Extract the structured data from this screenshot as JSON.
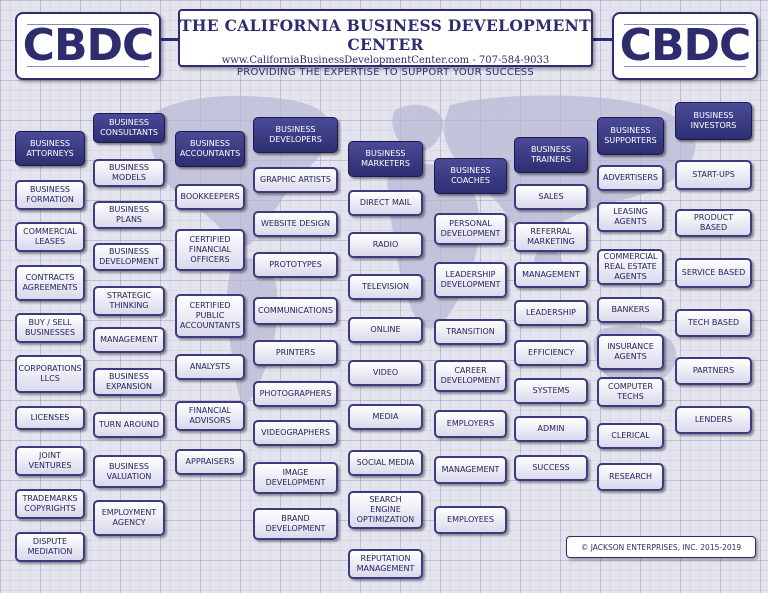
{
  "header": {
    "title": "THE CALIFORNIA BUSINESS DEVELOPMENT CENTER",
    "website_phone": "www.CaliforniaBusinessDevelopmentCenter.com - 707-584-9033",
    "tagline": "PROVIDING THE EXPERTISE TO SUPPORT YOUR SUCCESS"
  },
  "logo_left": {
    "text": "CBDC"
  },
  "logo_right": {
    "text": "CBDC"
  },
  "copyright": "© JACKSON ENTERPRISES, INC. 2015-2019",
  "colors": {
    "navy": "#2c2c6e",
    "box_fill": "#ffffff",
    "background": "#e4e4ef"
  },
  "columns": [
    {
      "id": "attorneys",
      "heading": "BUSINESS ATTORNEYS",
      "items": [
        "BUSINESS FORMATION",
        "COMMERCIAL LEASES",
        "CONTRACTS AGREEMENTS",
        "BUY / SELL BUSINESSES",
        "CORPORATIONS LLCS",
        "LICENSES",
        "JOINT VENTURES",
        "TRADEMARKS COPYRIGHTS",
        "DISPUTE MEDIATION"
      ]
    },
    {
      "id": "consultants",
      "heading": "BUSINESS CONSULTANTS",
      "items": [
        "BUSINESS MODELS",
        "BUSINESS PLANS",
        "BUSINESS DEVELOPMENT",
        "STRATEGIC THINKING",
        "MANAGEMENT",
        "BUSINESS EXPANSION",
        "TURN AROUND",
        "BUSINESS VALUATION",
        "EMPLOYMENT AGENCY"
      ]
    },
    {
      "id": "accountants",
      "heading": "BUSINESS ACCOUNTANTS",
      "items": [
        "BOOKKEEPERS",
        "CERTIFIED FINANCIAL OFFICERS",
        "CERTIFIED PUBLIC ACCOUNTANTS",
        "ANALYSTS",
        "FINANCIAL ADVISORS",
        "APPRAISERS"
      ]
    },
    {
      "id": "developers",
      "heading": "BUSINESS DEVELOPERS",
      "items": [
        "GRAPHIC ARTISTS",
        "WEBSITE DESIGN",
        "PROTOTYPES",
        "COMMUNICATIONS",
        "PRINTERS",
        "PHOTOGRAPHERS",
        "VIDEOGRAPHERS",
        "IMAGE DEVELOPMENT",
        "BRAND DEVELOPMENT"
      ]
    },
    {
      "id": "marketers",
      "heading": "BUSINESS MARKETERS",
      "items": [
        "DIRECT MAIL",
        "RADIO",
        "TELEVISION",
        "ONLINE",
        "VIDEO",
        "MEDIA",
        "SOCIAL MEDIA",
        "SEARCH ENGINE OPTIMIZATION",
        "REPUTATION MANAGEMENT"
      ]
    },
    {
      "id": "coaches",
      "heading": "BUSINESS COACHES",
      "items": [
        "PERSONAL DEVELOPMENT",
        "LEADERSHIP DEVELOPMENT",
        "TRANSITION",
        "CAREER DEVELOPMENT",
        "EMPLOYERS",
        "MANAGEMENT",
        "EMPLOYEES"
      ]
    },
    {
      "id": "trainers",
      "heading": "BUSINESS TRAINERS",
      "items": [
        "SALES",
        "REFERRAL MARKETING",
        "MANAGEMENT",
        "LEADERSHIP",
        "EFFICIENCY",
        "SYSTEMS",
        "ADMIN",
        "SUCCESS"
      ]
    },
    {
      "id": "supporters",
      "heading": "BUSINESS SUPPORTERS",
      "items": [
        "ADVERTISERS",
        "LEASING AGENTS",
        "COMMERCIAL REAL ESTATE AGENTS",
        "BANKERS",
        "INSURANCE AGENTS",
        "COMPUTER TECHS",
        "CLERICAL",
        "RESEARCH"
      ]
    },
    {
      "id": "investors",
      "heading": "BUSINESS INVESTORS",
      "items": [
        "START-UPS",
        "PRODUCT BASED",
        "SERVICE BASED",
        "TECH BASED",
        "PARTNERS",
        "LENDERS"
      ]
    }
  ]
}
